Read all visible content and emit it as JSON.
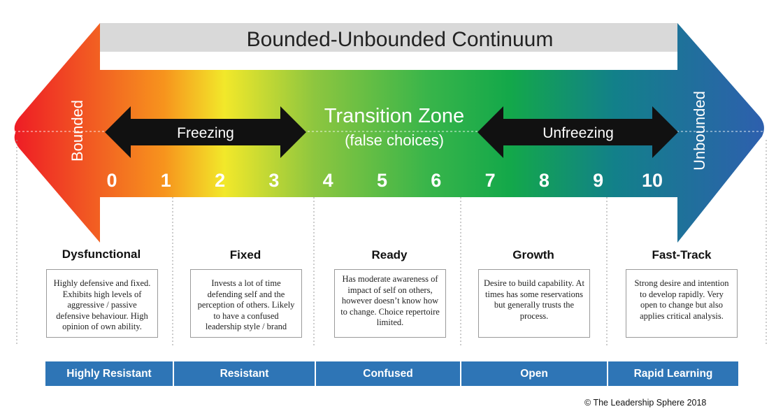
{
  "title": "Bounded-Unbounded Continuum",
  "left_end_label": "Bounded",
  "right_end_label": "Unbounded",
  "freezing_label": "Freezing",
  "unfreezing_label": "Unfreezing",
  "transition_zone": {
    "title": "Transition Zone",
    "subtitle": "(false choices)"
  },
  "scale": [
    "0",
    "1",
    "2",
    "3",
    "4",
    "5",
    "6",
    "7",
    "8",
    "9",
    "10"
  ],
  "categories": [
    {
      "title": "Dysfunctional",
      "description": "Highly defensive and fixed. Exhibits high levels of aggressive / passive defensive behaviour. High opinion of own ability.",
      "disposition": "Highly Resistant"
    },
    {
      "title": "Fixed",
      "description": "Invests a lot of time defending self and the perception of others. Likely to have a confused leadership style / brand",
      "disposition": "Resistant"
    },
    {
      "title": "Ready",
      "description": "Has moderate awareness of impact of self on others, however doesn’t know how to change. Choice repertoire limited.",
      "disposition": "Confused"
    },
    {
      "title": "Growth",
      "description": "Desire to build capability. At times has some reservations but generally trusts the process.",
      "disposition": "Open"
    },
    {
      "title": "Fast-Track",
      "description": "Strong desire and intention to develop rapidly. Very open to change but also applies critical analysis.",
      "disposition": "Rapid Learning"
    }
  ],
  "colors": {
    "red": "#ee1c25",
    "orange": "#f7941d",
    "yellow": "#f2e82a",
    "green_light": "#8dc63f",
    "green": "#13a84a",
    "teal": "#12808a",
    "blue": "#2e5fae",
    "bar_blue": "#2e75b6",
    "title_band": "#d9d9d9"
  },
  "copyright": "© The Leadership Sphere 2018"
}
